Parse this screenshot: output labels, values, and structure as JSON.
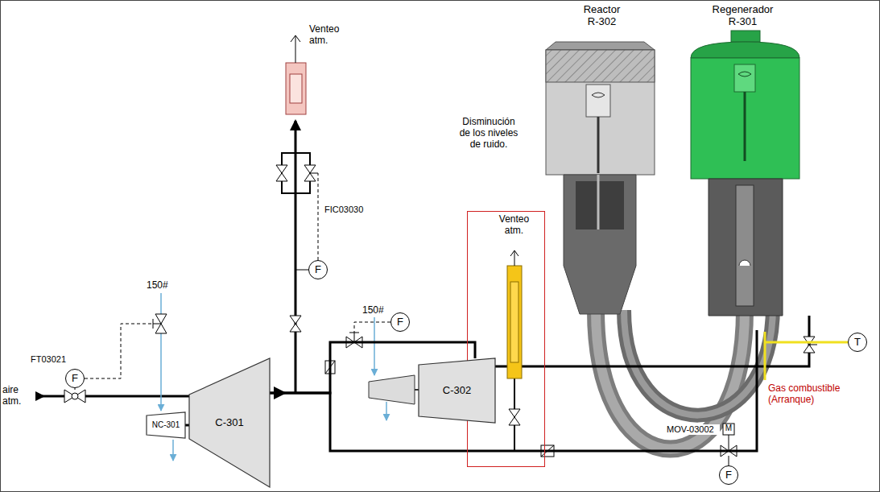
{
  "diagram": {
    "nodes": [
      {
        "text": [
          "Reactor R-302"
        ]
      },
      {
        "text": [
          "Regenerador R-301"
        ]
      },
      {
        "text": [
          "Disminución de los niveles de ruido.",
          "Venteo atm."
        ]
      },
      {
        "text": [
          "C-301"
        ]
      },
      {
        "text": [
          "NC-301"
        ]
      },
      {
        "text": [
          "C-302"
        ]
      },
      {
        "text": [
          "F"
        ]
      },
      {
        "text": [
          "F"
        ]
      },
      {
        "text": [
          "F"
        ]
      },
      {
        "text": [
          "F"
        ]
      },
      {
        "text": [
          "T"
        ]
      }
    ],
    "edges": [
      {
        "from": 4,
        "to": 3,
        "arrow": "none"
      },
      {
        "from": 3,
        "to": 5,
        "arrow": "none"
      },
      {
        "from": 5,
        "to": 2,
        "arrow": "to"
      },
      {
        "from": 3,
        "to": 1,
        "arrow": "none"
      }
    ],
    "labels": [
      "Venteo atm.",
      "FIC03030",
      "150#",
      "FT03021",
      "aire atm.",
      "150#",
      "MOV-03002",
      "M",
      "Gas combustible (Arranque)"
    ]
  }
}
